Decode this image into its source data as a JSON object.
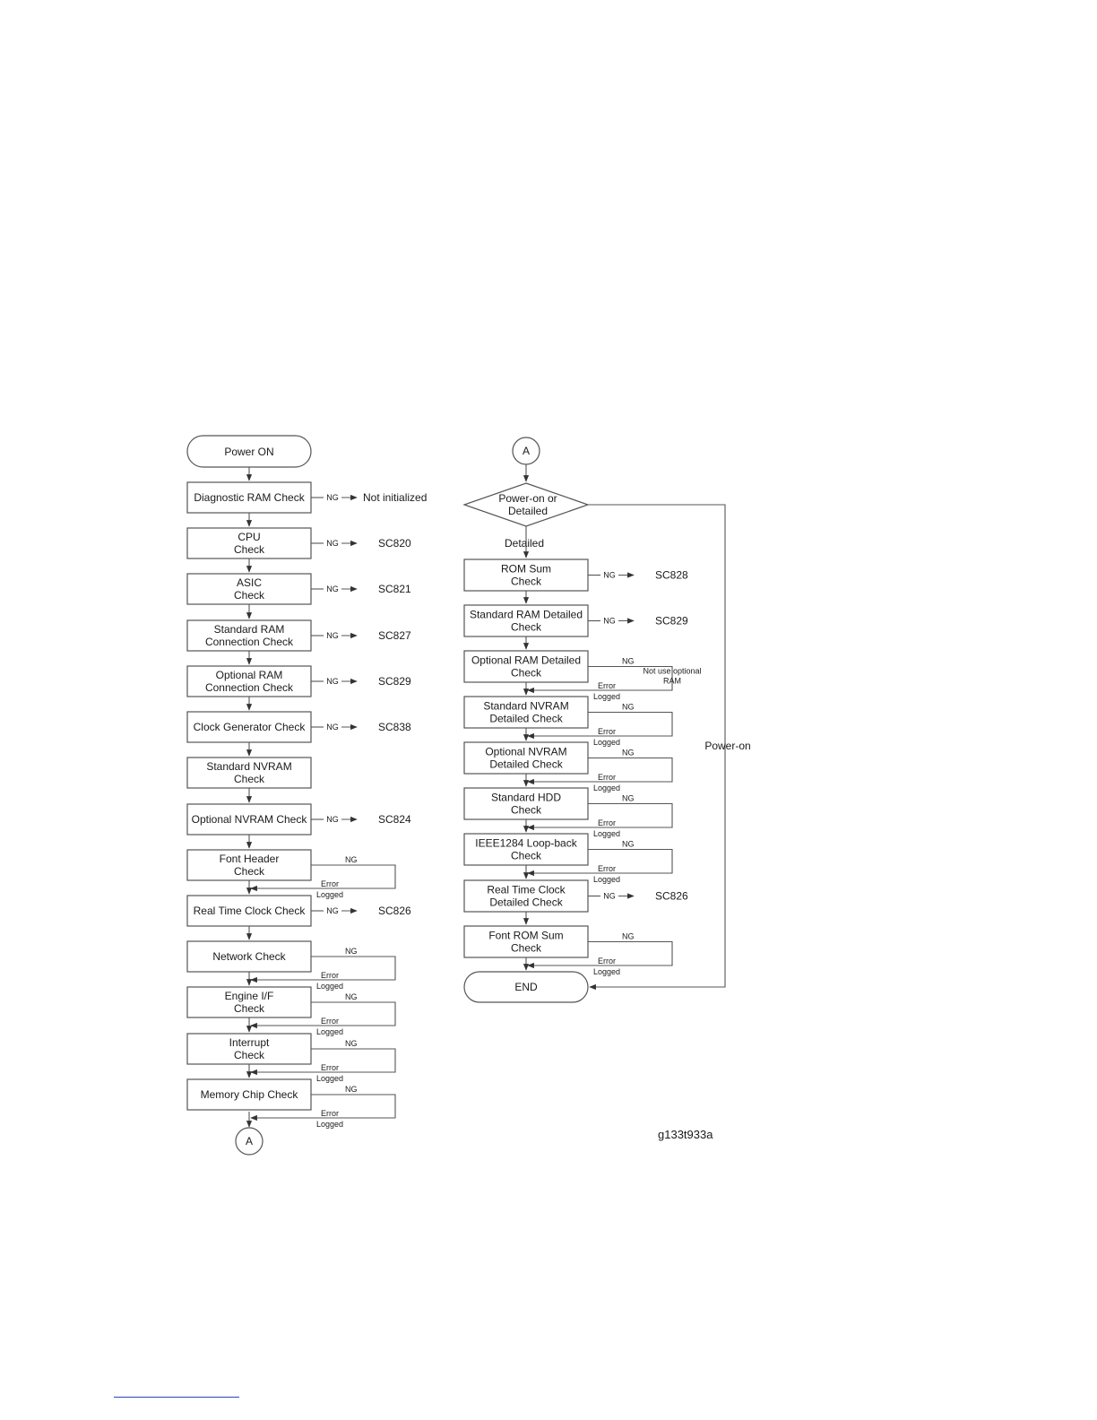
{
  "diagram": {
    "left_steps": [
      {
        "id": "diag-ram",
        "lines": [
          "Diagnostic RAM Check"
        ],
        "result": "Not initialized"
      },
      {
        "id": "cpu",
        "lines": [
          "CPU",
          "Check"
        ],
        "result": "SC820"
      },
      {
        "id": "asic",
        "lines": [
          "ASIC",
          "Check"
        ],
        "result": "SC821"
      },
      {
        "id": "std-ram-conn",
        "lines": [
          "Standard RAM",
          "Connection Check"
        ],
        "result": "SC827"
      },
      {
        "id": "opt-ram-conn",
        "lines": [
          "Optional RAM",
          "Connection Check"
        ],
        "result": "SC829"
      },
      {
        "id": "clock-gen",
        "lines": [
          "Clock Generator Check"
        ],
        "result": "SC838"
      },
      {
        "id": "std-nvram",
        "lines": [
          "Standard NVRAM",
          "Check"
        ],
        "result": ""
      },
      {
        "id": "opt-nvram",
        "lines": [
          "Optional NVRAM Check"
        ],
        "result": "SC824"
      },
      {
        "id": "font-header",
        "lines": [
          "Font Header",
          "Check"
        ],
        "loop": true
      },
      {
        "id": "rtc",
        "lines": [
          "Real Time Clock Check"
        ],
        "result": "SC826"
      },
      {
        "id": "network",
        "lines": [
          "Network Check"
        ],
        "loop": true
      },
      {
        "id": "engine-if",
        "lines": [
          "Engine I/F",
          "Check"
        ],
        "loop": true
      },
      {
        "id": "interrupt",
        "lines": [
          "Interrupt",
          "Check"
        ],
        "loop": true
      },
      {
        "id": "memory-chip",
        "lines": [
          "Memory Chip Check"
        ],
        "loop": true
      }
    ],
    "right_steps": [
      {
        "id": "rom-sum",
        "lines": [
          "ROM Sum",
          "Check"
        ],
        "result": "SC828"
      },
      {
        "id": "std-ram-detail",
        "lines": [
          "Standard RAM Detailed",
          "Check"
        ],
        "result": "SC829"
      },
      {
        "id": "opt-ram-detail",
        "lines": [
          "Optional RAM Detailed",
          "Check"
        ],
        "loop": true,
        "loop_note": [
          "Not use optional",
          "RAM"
        ]
      },
      {
        "id": "std-nvram-detail",
        "lines": [
          "Standard NVRAM",
          "Detailed Check"
        ],
        "loop": true
      },
      {
        "id": "opt-nvram-detail",
        "lines": [
          "Optional NVRAM",
          "Detailed Check"
        ],
        "loop": true
      },
      {
        "id": "std-hdd",
        "lines": [
          "Standard HDD",
          "Check"
        ],
        "loop": true
      },
      {
        "id": "ieee1284",
        "lines": [
          "IEEE1284 Loop-back",
          "Check"
        ],
        "loop": true
      },
      {
        "id": "rtc-detail",
        "lines": [
          "Real Time Clock",
          "Detailed Check"
        ],
        "result": "SC826"
      },
      {
        "id": "font-rom",
        "lines": [
          "Font ROM Sum",
          "Check"
        ],
        "loop": true
      }
    ],
    "start_label": "Power ON",
    "connector_label": "A",
    "decision_lines": [
      "Power-on or",
      "Detailed"
    ],
    "detailed_label": "Detailed",
    "power_on_label": "Power-on",
    "end_label": "END",
    "ng_label": "NG",
    "error_logged_lines": [
      "Error",
      "Logged"
    ],
    "figure_id": "g133t933a"
  }
}
